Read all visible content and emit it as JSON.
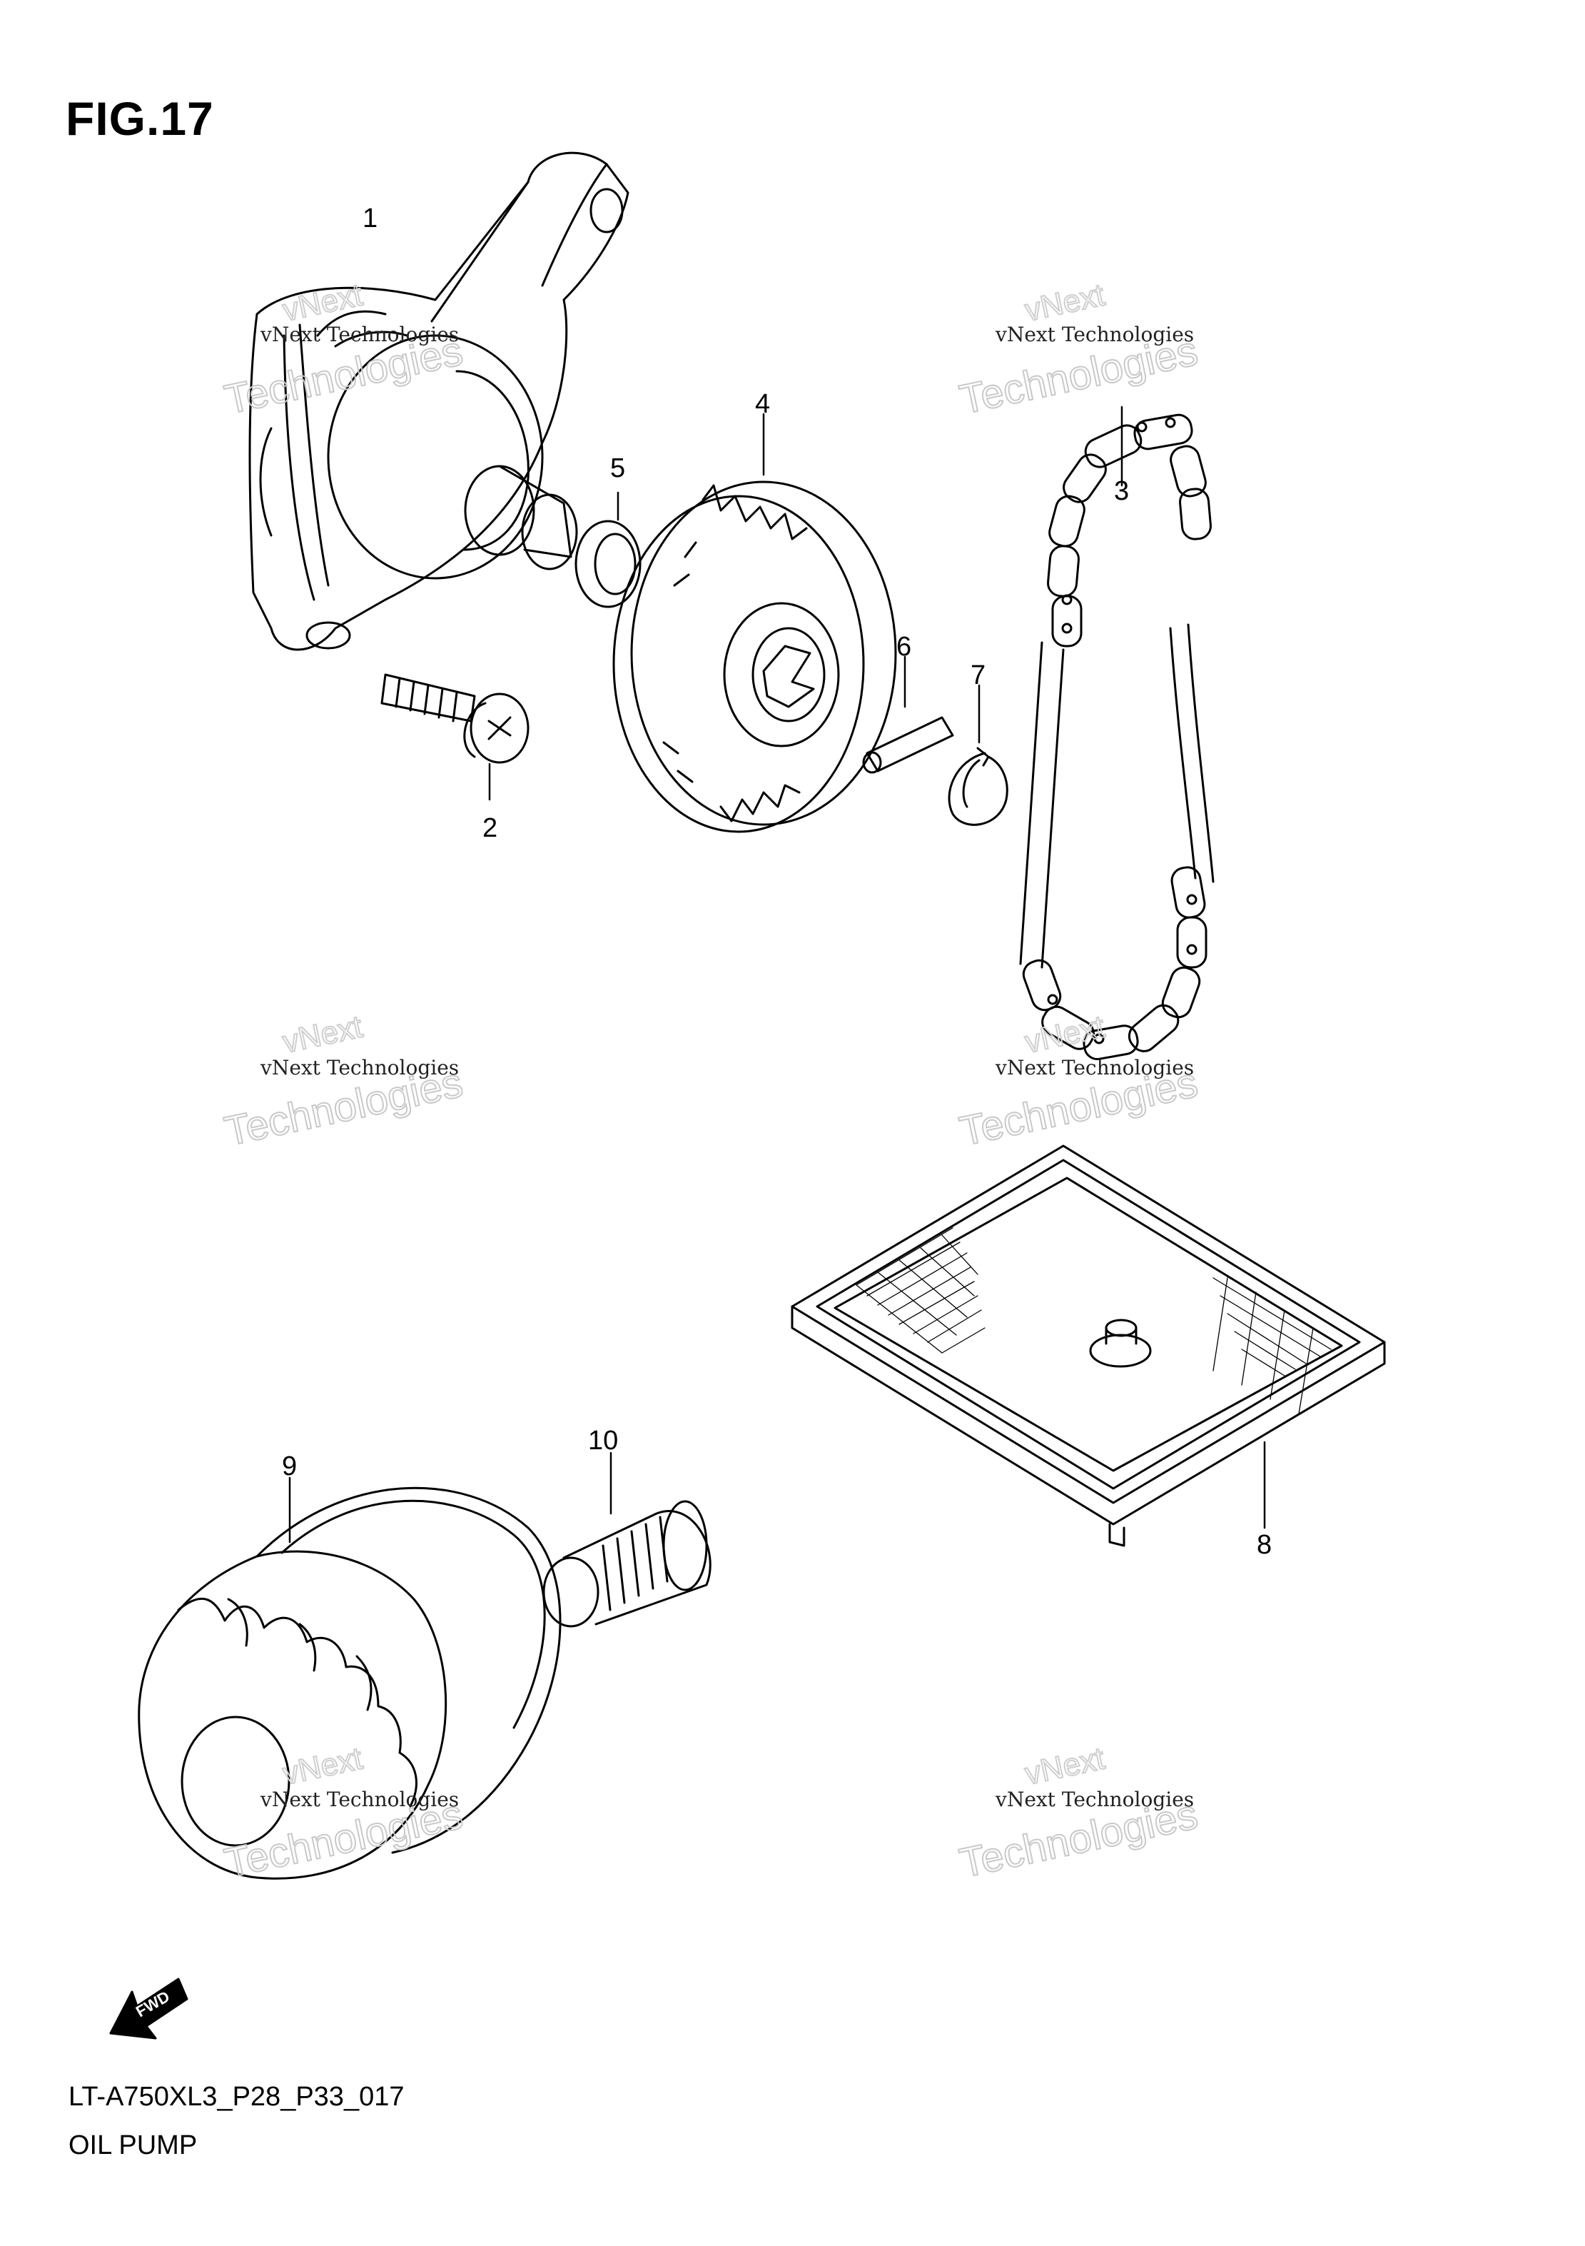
{
  "figure": {
    "title": "FIG.17",
    "code": "LT-A750XL3_P28_P33_017",
    "name": "OIL PUMP"
  },
  "fwd_label": "FWD",
  "callouts": [
    "1",
    "2",
    "3",
    "4",
    "5",
    "6",
    "7",
    "8",
    "9",
    "10"
  ],
  "watermark": {
    "line1": "vNext Technologies",
    "big": "Technologies",
    "tag": "vNext"
  }
}
